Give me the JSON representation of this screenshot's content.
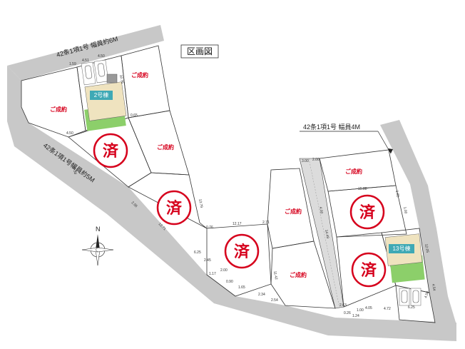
{
  "title": "区画図",
  "roads": {
    "north": "42条1項1号 幅員約6M",
    "east": "42条1項1号 幅員4M",
    "southwest": "42条1項1号幅員約5M"
  },
  "compass_letter": "N",
  "buildings": {
    "b2": "2号棟",
    "b13": "13号棟"
  },
  "sold_label": "ご成約",
  "stamp_label": "済",
  "colors": {
    "sold_red": "#d6001c",
    "road_gray": "#c8c8c8",
    "lawn_green": "#8ccf6a",
    "house_beige": "#efe3bf",
    "building_label_teal": "#3fa9b5"
  },
  "dimensions": {
    "d1": "1.59",
    "d2": "4.51",
    "d3": "4.50",
    "d4": "10.76",
    "d5": "0.65",
    "d6": "4.50",
    "d7": "10.38",
    "d8": "2.05",
    "d9": "12.71",
    "d10": "13.79",
    "d11": "0.76",
    "d12": "12.17",
    "d13": "2.71",
    "d14": "6.25",
    "d15": "2.45",
    "d16": "1.17",
    "d17": "2.00",
    "d18": "0.90",
    "d19": "1.65",
    "d20": "2.34",
    "d21": "2.54",
    "d22": "11.42",
    "d23": "3.00",
    "d24": "2.00",
    "d25": "15.88",
    "d26": "1.85",
    "d27": "1.00",
    "d28": "12.05",
    "d29": "2.63",
    "d30": "0.26",
    "d31": "1.00",
    "d32": "4.05",
    "d33": "1.24",
    "d34": "4.72",
    "d35": "6.25",
    "d36": "4.50",
    "d37": "4.54",
    "d38": "14.49",
    "d39": "4.00"
  }
}
